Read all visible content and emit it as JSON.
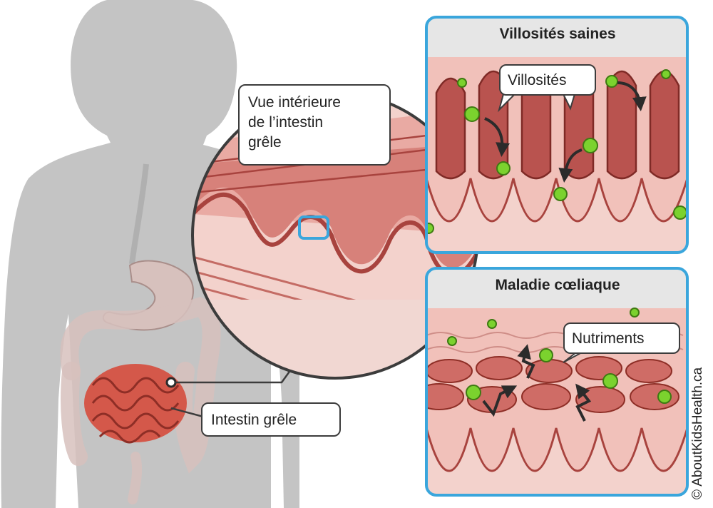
{
  "labels": {
    "inner_view": [
      "Vue intérieure",
      "de l’intestin",
      "grêle"
    ],
    "small_intestine": "Intestin grêle",
    "villi": "Villosités",
    "nutrients": "Nutriments"
  },
  "panels": {
    "healthy_title": "Villosités saines",
    "celiac_title": "Maladie cœliaque"
  },
  "copyright": "© AboutKidsHealth.ca",
  "colors": {
    "silhouette": "#c4c4c4",
    "panel_border": "#3aa6dc",
    "tissue": "#e7aaa5",
    "villus": "#b9534f",
    "nutrient": "#7bd22e",
    "intestine": "#d4584a"
  }
}
